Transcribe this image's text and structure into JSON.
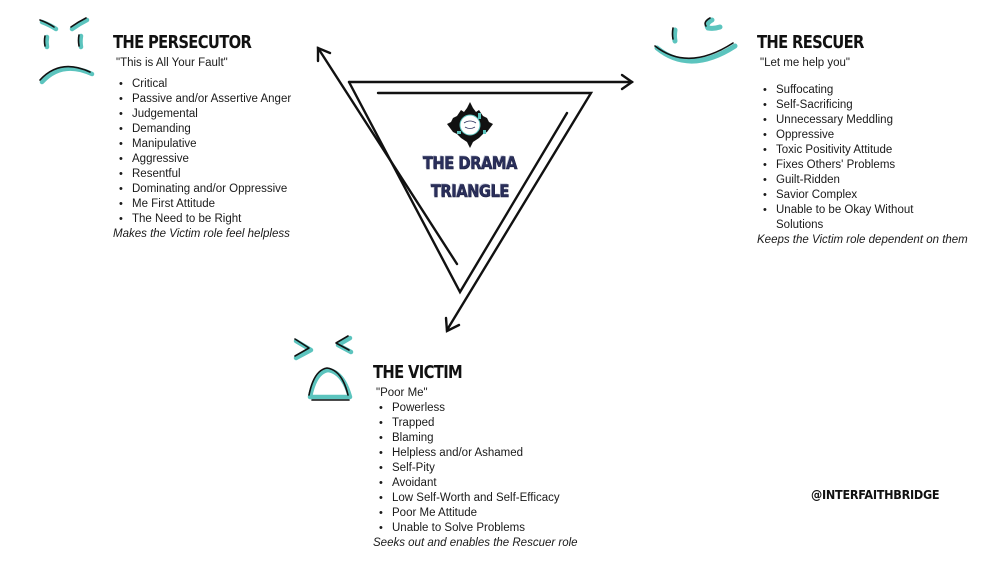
{
  "title": {
    "line1": "THE DRAMA",
    "line2": "TRIANGLE"
  },
  "colors": {
    "accent_teal": "#5cc4be",
    "title_navy": "#2a2f5c",
    "ink": "#111111",
    "background": "#ffffff"
  },
  "roles": {
    "persecutor": {
      "icon": "angry-face-icon",
      "title": "THE PERSECUTOR",
      "quote": "\"This is All Your Fault\"",
      "traits": [
        "Critical",
        "Passive and/or Assertive Anger",
        "Judgemental",
        "Demanding",
        "Manipulative",
        "Aggressive",
        "Resentful",
        "Dominating and/or Oppressive",
        "Me First Attitude",
        "The Need to be Right"
      ],
      "note": "Makes the Victim role feel helpless"
    },
    "rescuer": {
      "icon": "winking-smile-icon",
      "title": "THE RESCUER",
      "quote": "\"Let me help you\"",
      "traits": [
        "Suffocating",
        "Self-Sacrificing",
        "Unnecessary Meddling",
        "Oppressive",
        "Toxic Positivity Attitude",
        "Fixes Others' Problems",
        "Guilt-Ridden",
        "Savior Complex",
        "Unable to be Okay Without Solutions"
      ],
      "note": "Keeps the Victim role dependent on them"
    },
    "victim": {
      "icon": "crying-face-icon",
      "title": "THE VICTIM",
      "quote": "\"Poor Me\"",
      "traits": [
        "Powerless",
        "Trapped",
        "Blaming",
        "Helpless and/or Ashamed",
        "Self-Pity",
        "Avoidant",
        "Low Self-Worth and Self-Efficacy",
        "Poor Me Attitude",
        "Unable to Solve Problems"
      ],
      "note": "Seeks out and enables the Rescuer role"
    }
  },
  "footer": {
    "handle": "@INTERFAITHBRIDGE"
  }
}
